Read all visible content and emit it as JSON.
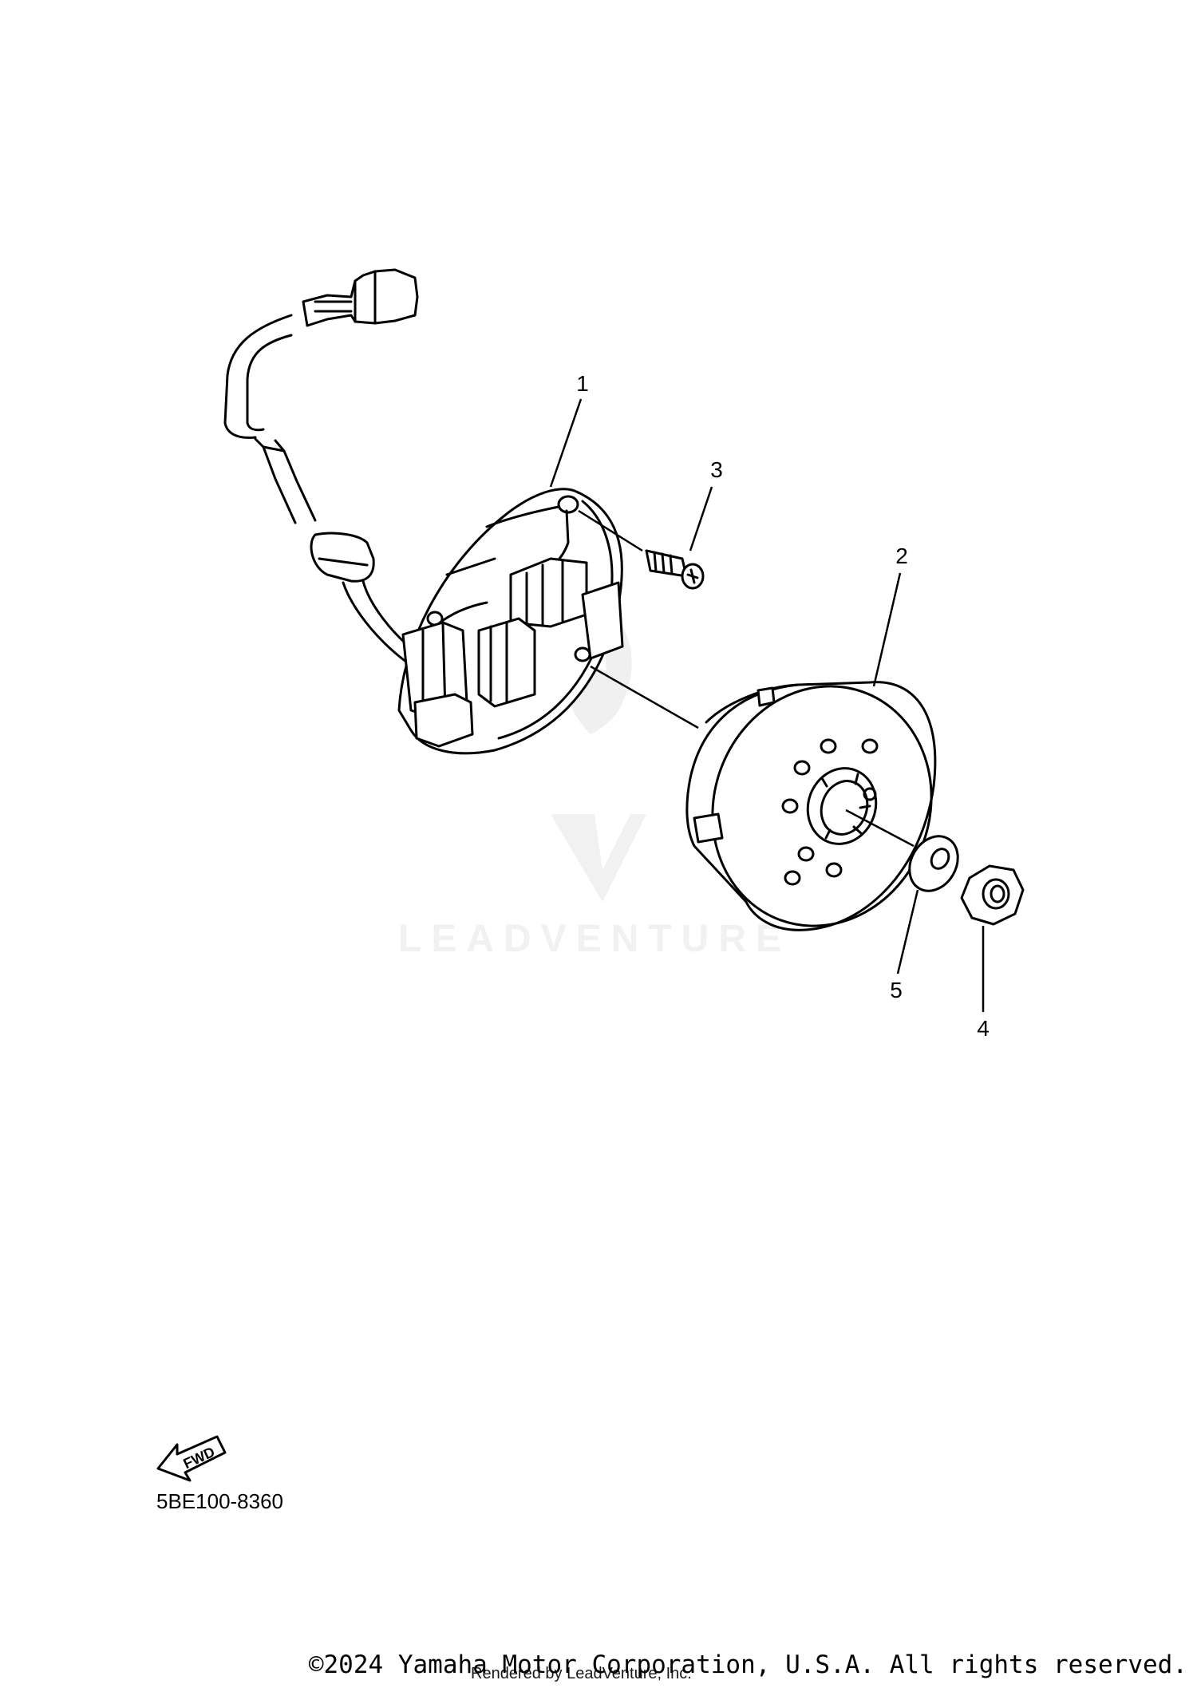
{
  "diagram": {
    "callouts": [
      {
        "id": "1",
        "label": "1"
      },
      {
        "id": "2",
        "label": "2"
      },
      {
        "id": "3",
        "label": "3"
      },
      {
        "id": "4",
        "label": "4"
      },
      {
        "id": "5",
        "label": "5"
      }
    ],
    "fwd_label": "FWD",
    "diagram_code": "5BE100-8360"
  },
  "watermark": {
    "text": "LEADVENTURE"
  },
  "footer": {
    "copyright": "©2024 Yamaha Motor Corporation, U.S.A. All rights reserved.",
    "rendered_by": "Rendered by LeadVenture, Inc."
  }
}
